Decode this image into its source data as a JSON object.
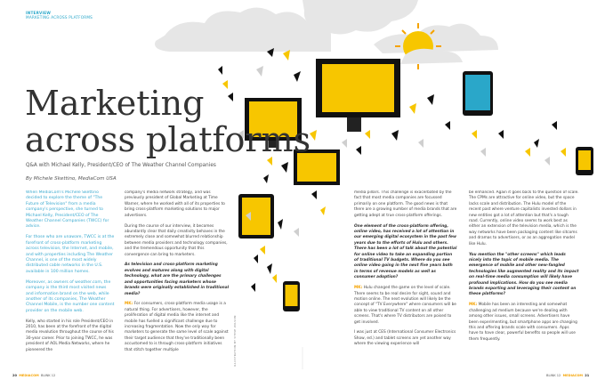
{
  "header": {
    "kicker_top": "INTERVIEW",
    "kicker_bottom": "MARKETING ACROSS PLATFORMS"
  },
  "article": {
    "title_line1": "Marketing",
    "title_line2": "across platforms",
    "subtitle": "Q&A with Michael Kelly, President/CEO of The Weather Channel Companies",
    "byline": "By Michele Skettino, MediaCom USA",
    "intro": [
      "When MediaCom's Michele Skettino decided to explore the theme of \"The Future of Television\" from a media company's perspective, she turned to Michael Kelly, President/CEO of The Weather Channel Companies (TWCC) for advice.",
      "For those who are unaware, TWCC is at the forefront of cross-platform marketing across television, the Internet, and mobile, and with properties including The Weather Channel, is one of the most widely distributed cable networks in the U.S. available in 100 million homes.",
      "Moreover, as owners of weather.com, the company is the third most visited news and information brand on the web, while another of its companies, The Weather Channel Mobile, is the number one content provider on the mobile web."
    ],
    "col1_body": "Kelly, who started in his role President/CEO in 2010, has been at the forefront of the digital media revolution throughout the course of his 30-year career. Prior to joining TWCC, he was president of AOL Media Networks, where he pioneered the",
    "col2": [
      "company's media network strategy, and was previously president of Global Marketing at Time Warner, where he worked with all of its properties to bring cross-platform marketing solutions to major advertisers.",
      "During the course of our interview, it becomes abundantly clear that daily creativity behaves in the extremely close and somewhat blurred relationship between media providers and technology companies, and the tremendous opportunity that this convergence can bring to marketers."
    ],
    "col2_q": "As television and cross-platform marketing evolves and matures along with digital technology, what are the primary challenges and opportunities facing marketers whose brands were originally established in traditional media?",
    "col2_a_tag": "MK:",
    "col2_a": "For consumers, cross-platform media usage is a natural thing. For advertisers, however, the proliferation of digital media like the internet and mobile has fuelled a significant challenge due to increasing fragmentation. Now the only way for marketers to generate the same level of scale against their target audience that they've traditionally been accustomed to is through cross-platform initiatives that stitch together multiple",
    "col3_p1": "media pillars. This challenge is exacerbated by the fact that most media companies are focussed primarily on one platform. The good news is that there are a growing number of media brands that are getting adept at true cross-platform offerings.",
    "col3_q": "One element of the cross-platform offering, online video, has received a lot of attention in our emerging digital ecosystem in the past few years due to the efforts of Hulu and others. There has been a lot of talk about the potential for online video to take an expanding portion of traditional TV budgets. Where do you see online video going in the next five years both in terms of revenue models as well as consumer adoption?",
    "col3_a_tag": "MK:",
    "col3_a": "Hulu changed the game on the level of scale. There seems to be real desire for sight, sound and motion online. The next evolution will likely be the concept of \"TV Everywhere\" where consumers will be able to view traditional TV content on all other screens. That's where TV distributors are poised to get involved.",
    "col3_p3": "I was just at CES (International Consumer Electronics Show, ed.) and tablet screens are yet another way where the viewing experience will",
    "col4_p1": "be enhanced. Again it goes back to the question of scale. The CPMs are attractive for online video, but the space lacks scale and distribution. The Hulu model of the recent past where venture capitalists invested dollars in new entities got a lot of attention but that's a tough road. Currently, online video seems to work best as either an extension of the television media, which is the way networks have been packaging content like sitcoms and dramas to advertisers, or as an aggregation model like Hulu.",
    "col4_q": "You mention the \"other screens\" which leads nicely into the topic of mobile media. The emergence of mobile and other new-fangled technologies like augmented reality and its impact on real-time media consumption will likely have profound implications. How do you see media brands exporting and leveraging their content on these platforms?",
    "col4_a_tag": "MK:",
    "col4_a": "Mobile has been an interesting and somewhat challenging ad medium because we're dealing with among other issues, small screens. Advertisers have been experimenting, but smartphone apps are changing this and offering brands scale with consumers. Apps have to have clear, powerful benefits so people will use them frequently."
  },
  "footer": {
    "left_page": "20",
    "left_brand": "MEDIACOM",
    "left_issue": "BLINK 12",
    "right_issue": "BLINK 12",
    "right_brand": "MEDIACOM",
    "right_page": "21"
  },
  "credit": "ILLUSTRATION BY STEVE WILSON",
  "colors": {
    "accent_blue": "#2aa7c9",
    "accent_yellow": "#f7c600",
    "accent_orange": "#f5a300"
  }
}
